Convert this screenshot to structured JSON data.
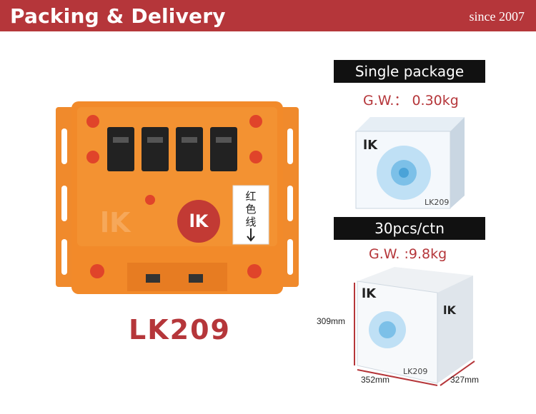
{
  "banner": {
    "title": "Packing & Delivery",
    "since": "since 2007"
  },
  "product": {
    "model": "LK209",
    "label_lines": [
      "红",
      "色",
      "线"
    ],
    "brand": "lK",
    "colors": {
      "body": "#f28a2a",
      "socket": "#222222",
      "accent": "#b5363a"
    }
  },
  "single_package": {
    "label": "Single package",
    "gw": "G.W.：  0.30kg",
    "box_model": "LK209",
    "box_brand": "lK"
  },
  "carton": {
    "label": "30pcs/ctn",
    "gw": "G.W. :9.8kg",
    "box_model": "LK209",
    "box_brand": "lK",
    "dimensions": {
      "height": "309mm",
      "width": "352mm",
      "depth": "327mm"
    }
  }
}
